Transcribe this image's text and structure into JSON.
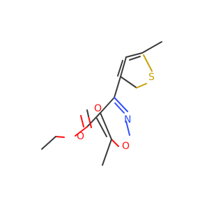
{
  "diagram": {
    "type": "skeletal-structure",
    "atoms": {
      "s1": {
        "label": "S",
        "color": "#c8a000"
      },
      "n1": {
        "label": "N",
        "color": "#3050f8"
      },
      "o_ring": {
        "label": "O",
        "color": "#ff0d0d"
      },
      "o_carbonyl": {
        "label": "O",
        "color": "#ff0d0d"
      },
      "o_ester": {
        "label": "O",
        "color": "#ff0d0d"
      }
    },
    "bond_color": "#3a3a3a"
  }
}
